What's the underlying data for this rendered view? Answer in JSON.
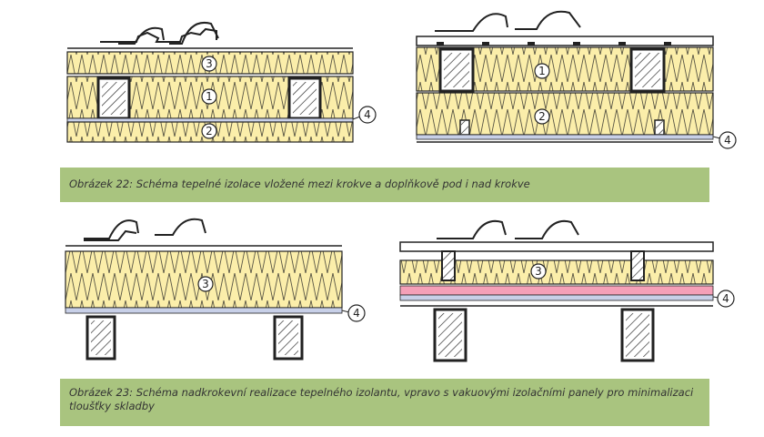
{
  "colors": {
    "insulation": "#fbeeaa",
    "fibre": "#222222",
    "membrane": "#c8d0e8",
    "pink_layer": "#f5a0b8",
    "caption_band": "#a9c47f",
    "wood": "#ffffff"
  },
  "diagrams": [
    {
      "labels": {
        "layer_top": "3",
        "layer_middle": "1",
        "layer_bottom": "2",
        "membrane": "4"
      }
    },
    {
      "labels": {
        "layer_top": "1",
        "layer_bottom": "2",
        "membrane": "4"
      }
    },
    {
      "labels": {
        "layer_main": "3",
        "membrane": "4"
      }
    },
    {
      "labels": {
        "layer_panel": "3",
        "membrane": "4"
      }
    }
  ],
  "captions": {
    "figure22": "Obrázek 22: Schéma tepelné izolace vložené mezi krokve a doplňkově pod i nad krokve",
    "figure23": "Obrázek 23: Schéma nadkrokevní realizace tepelného izolantu, vpravo s vakuovými izolačními panely pro minimalizaci tloušťky skladby"
  }
}
